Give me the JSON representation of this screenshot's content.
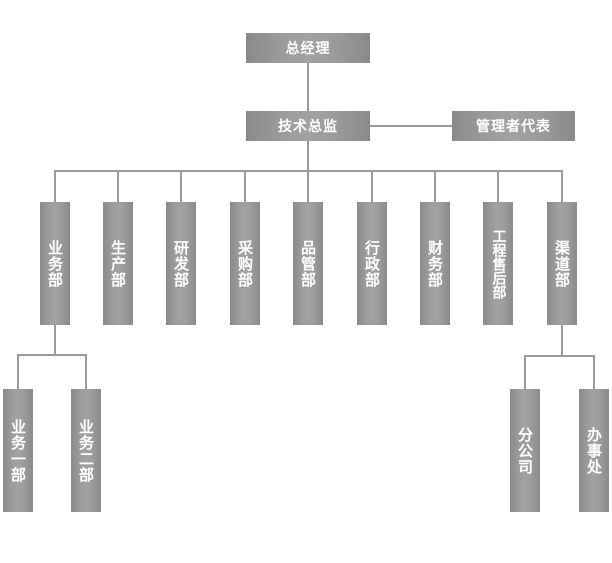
{
  "org": {
    "ceo": "总经理",
    "tech_director": "技术总监",
    "management_rep": "管理者代表",
    "departments": [
      {
        "label": "业务部"
      },
      {
        "label": "生产部"
      },
      {
        "label": "研发部"
      },
      {
        "label": "采购部"
      },
      {
        "label": "品管部"
      },
      {
        "label": "行政部"
      },
      {
        "label": "财务部"
      },
      {
        "label": "工程售后部"
      },
      {
        "label": "渠道部"
      }
    ],
    "business_subunits": [
      {
        "label": "业务一部"
      },
      {
        "label": "业务二部"
      }
    ],
    "channel_subunits": [
      {
        "label": "分公司"
      },
      {
        "label": "办事处"
      }
    ]
  },
  "colors": {
    "box_fill": "#9c9c9c",
    "box_text": "#ffffff",
    "connector": "#9a9a9a"
  }
}
